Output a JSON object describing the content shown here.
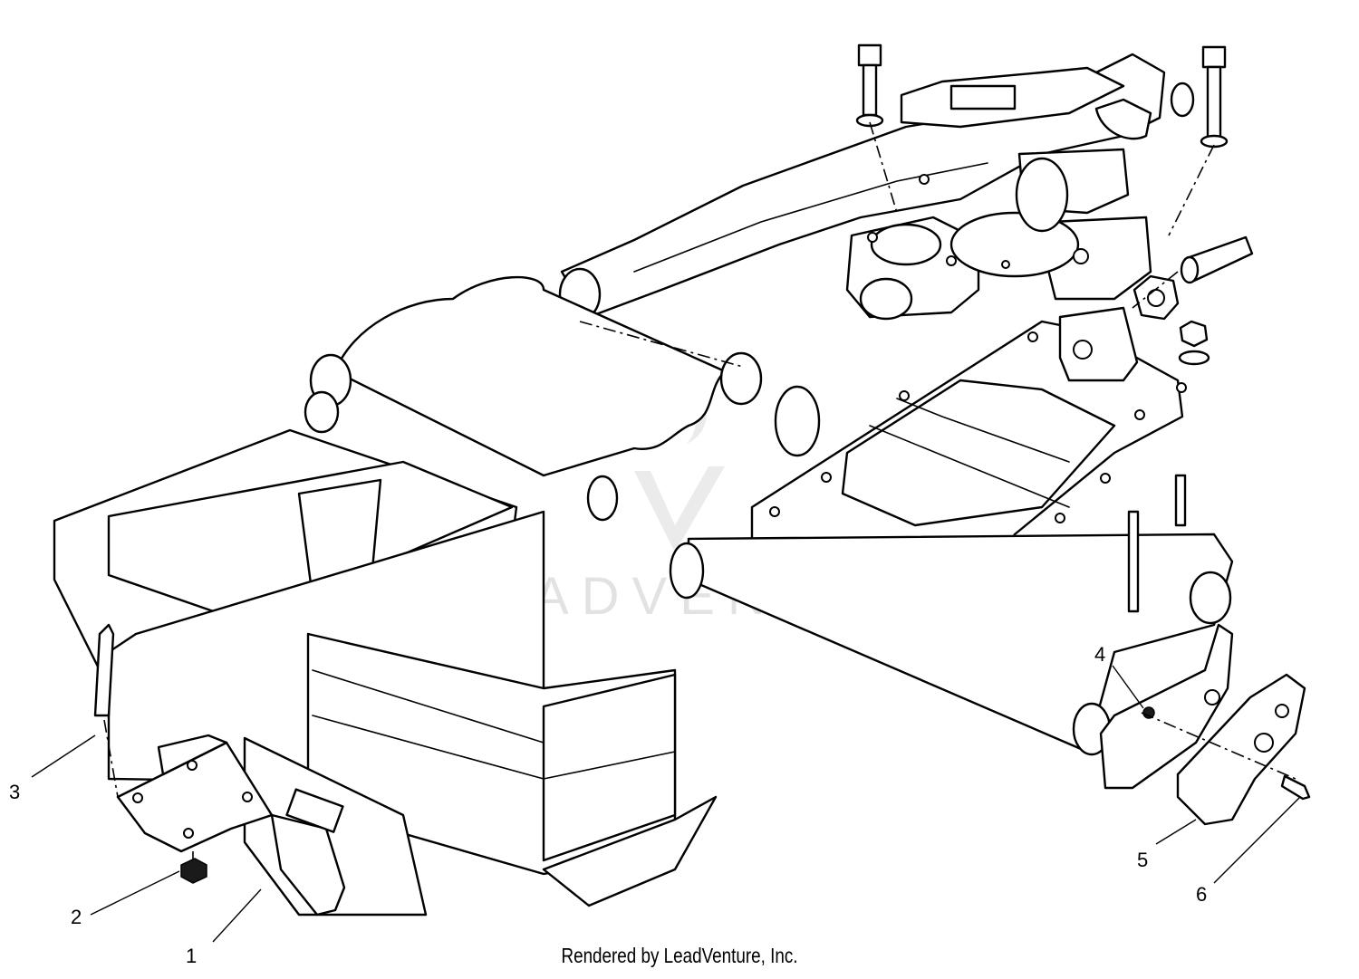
{
  "watermark": {
    "text": "LEADVENTURE"
  },
  "callouts": [
    {
      "id": "1",
      "label": "1"
    },
    {
      "id": "2",
      "label": "2"
    },
    {
      "id": "3",
      "label": "3"
    },
    {
      "id": "4",
      "label": "4"
    },
    {
      "id": "5",
      "label": "5"
    },
    {
      "id": "6",
      "label": "6"
    }
  ],
  "footer": {
    "credit": "Rendered by LeadVenture, Inc."
  }
}
